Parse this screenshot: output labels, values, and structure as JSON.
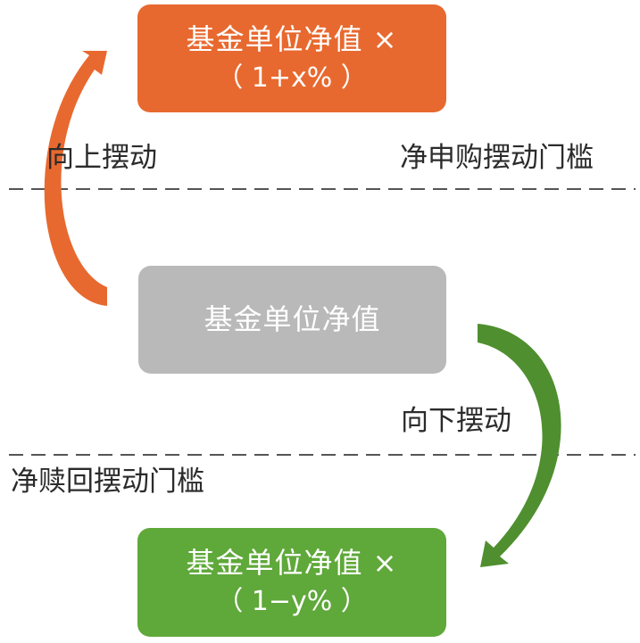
{
  "boxes": {
    "top": {
      "line1": "基金单位净值 ×",
      "line2": "（ 1+x% ）",
      "color": "#e8692f"
    },
    "middle": {
      "line1": "基金单位净值",
      "color": "#b9b9b9"
    },
    "bottom": {
      "line1": "基金单位净值 ×",
      "line2": "（ 1−y% ）",
      "color": "#5fa83a"
    }
  },
  "labels": {
    "up_swing": "向上摆动",
    "down_swing": "向下摆动",
    "subscription_threshold": "净申购摆动门槛",
    "redemption_threshold": "净赎回摆动门槛"
  },
  "arrows": {
    "up": {
      "color": "#e8692f"
    },
    "down": {
      "color": "#4f8f2f"
    }
  }
}
